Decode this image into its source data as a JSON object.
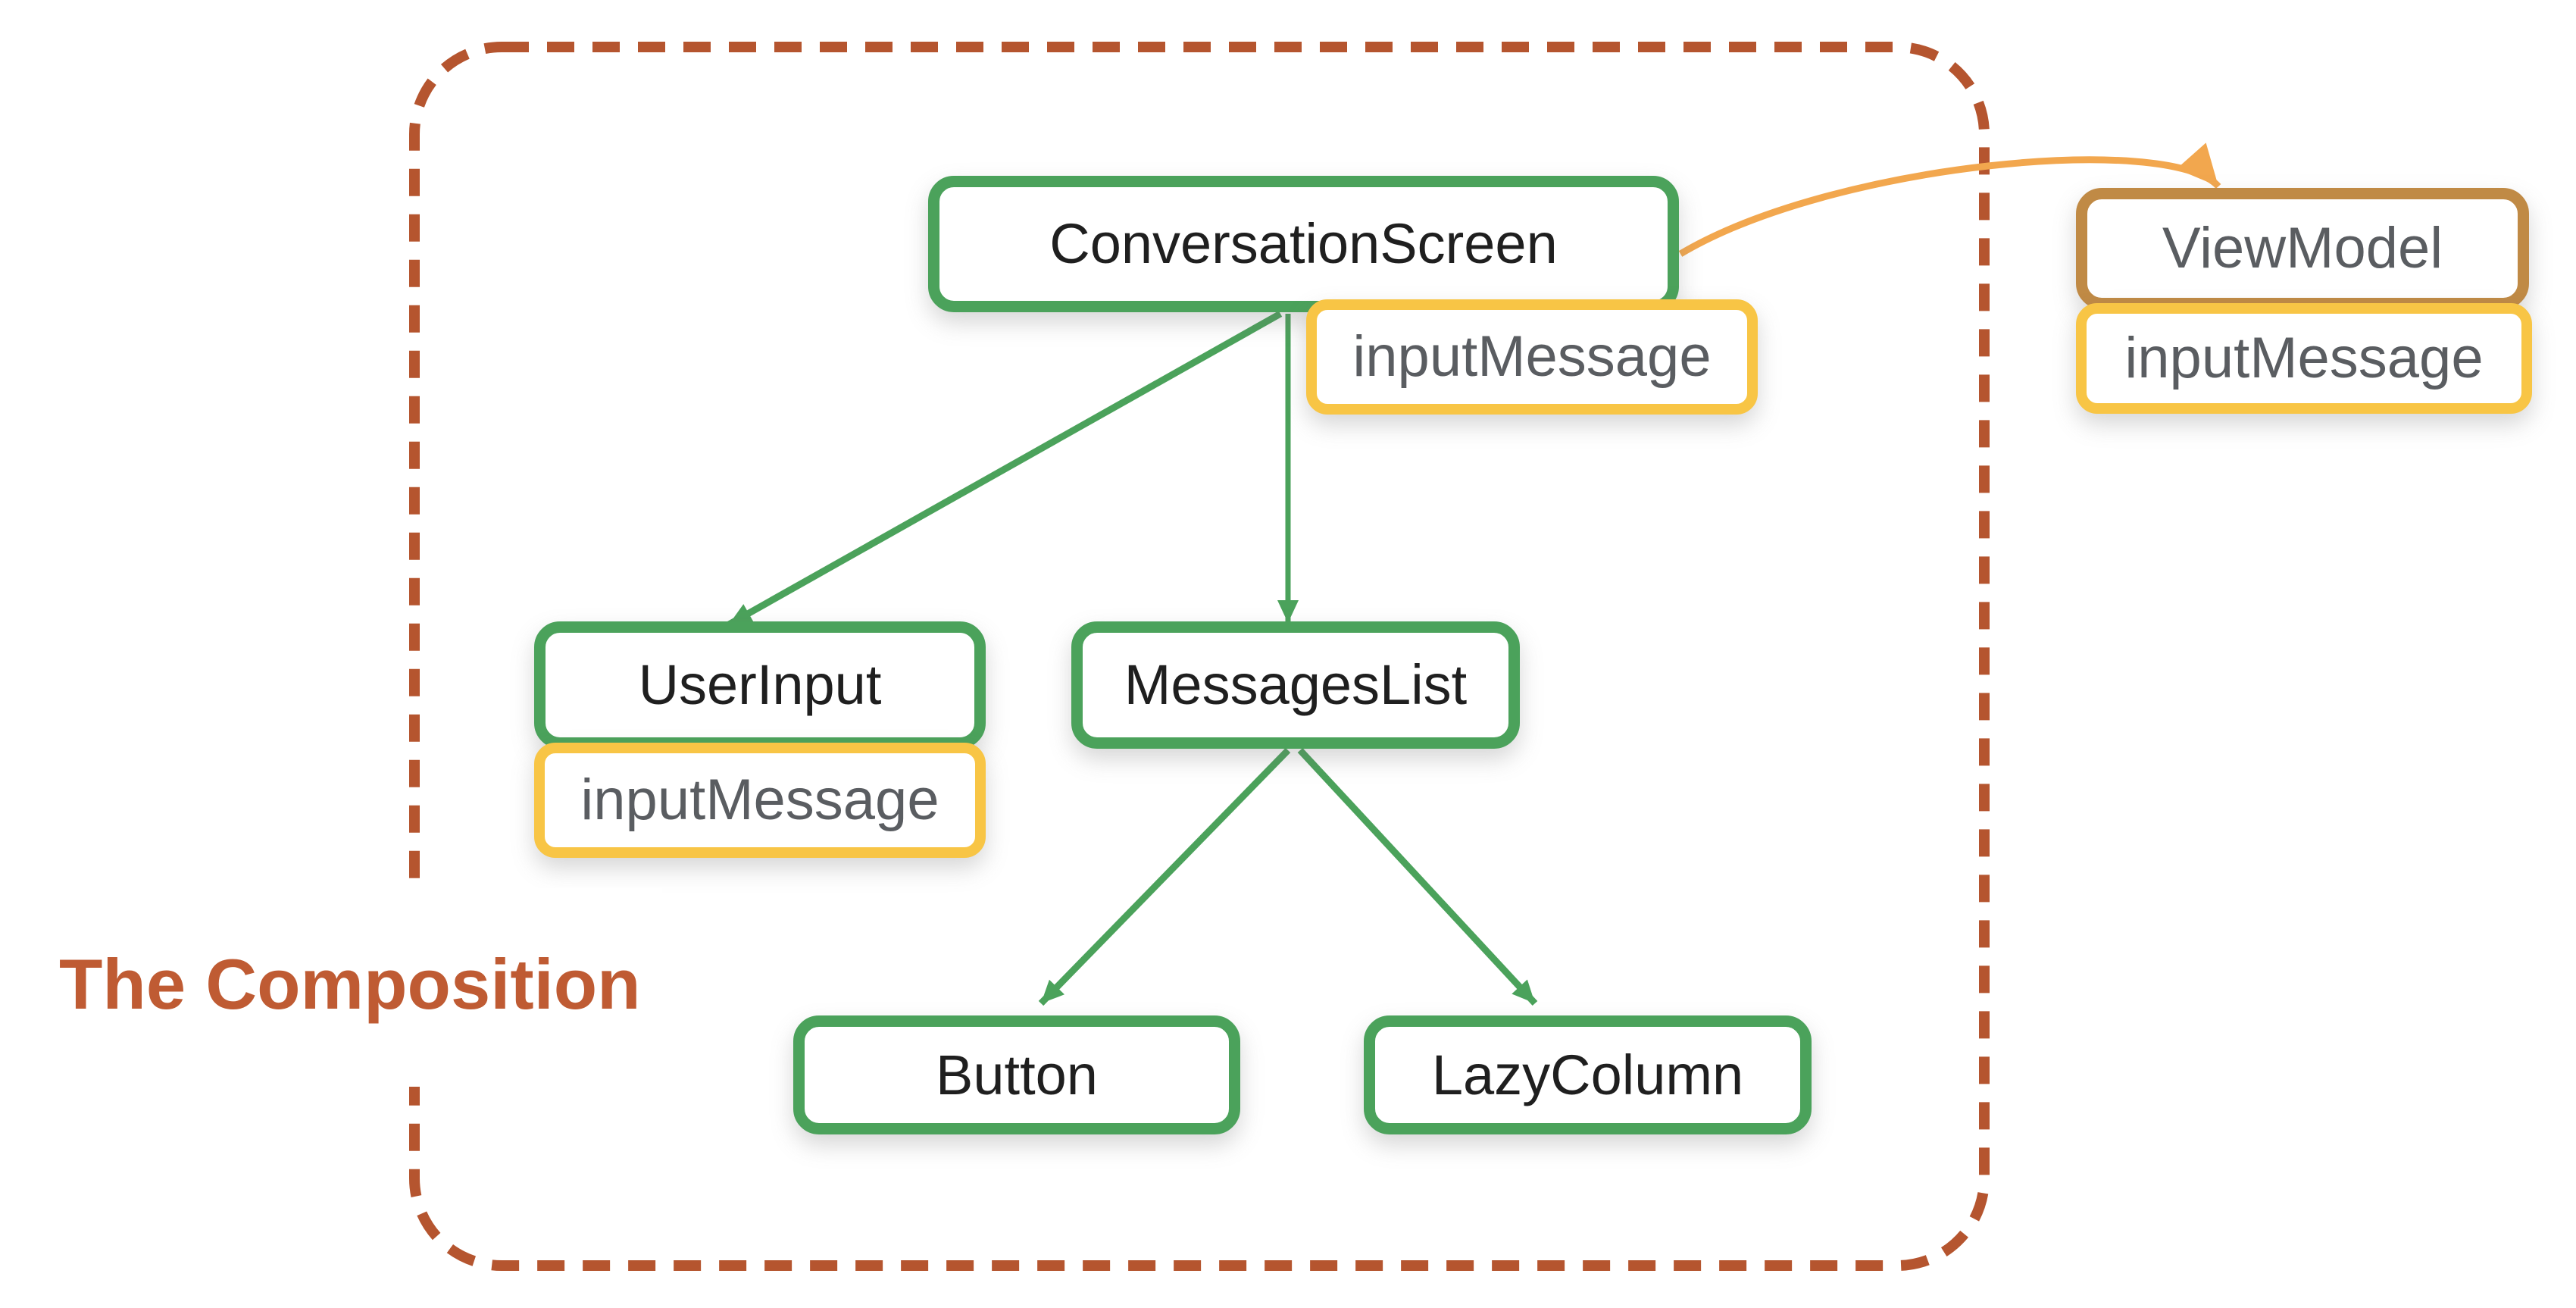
{
  "diagram": {
    "caption": "The Composition",
    "nodes": {
      "conversationScreen": {
        "label": "ConversationScreen"
      },
      "userInput": {
        "label": "UserInput"
      },
      "messagesList": {
        "label": "MessagesList"
      },
      "button": {
        "label": "Button"
      },
      "lazyColumn": {
        "label": "LazyColumn"
      },
      "viewModel": {
        "label": "ViewModel"
      }
    },
    "badges": {
      "conversationScreen": {
        "label": "inputMessage"
      },
      "userInput": {
        "label": "inputMessage"
      },
      "viewModel": {
        "label": "inputMessage"
      }
    },
    "edges": [
      {
        "from": "ConversationScreen",
        "to": "UserInput",
        "style": "green-arrow"
      },
      {
        "from": "ConversationScreen",
        "to": "MessagesList",
        "style": "green-arrow"
      },
      {
        "from": "MessagesList",
        "to": "Button",
        "style": "green-arrow"
      },
      {
        "from": "MessagesList",
        "to": "LazyColumn",
        "style": "green-arrow"
      },
      {
        "from": "ConversationScreen",
        "to": "ViewModel",
        "style": "orange-curved-arrow"
      }
    ]
  },
  "colors": {
    "green": "#4BA25B",
    "yellow": "#F8C545",
    "brown": "#C08A45",
    "orange": "#F2A74E",
    "brick": "#B5552F",
    "title": "#BF5B33",
    "text_dark": "#1F1F1F",
    "text_gray": "#5A5D61"
  }
}
